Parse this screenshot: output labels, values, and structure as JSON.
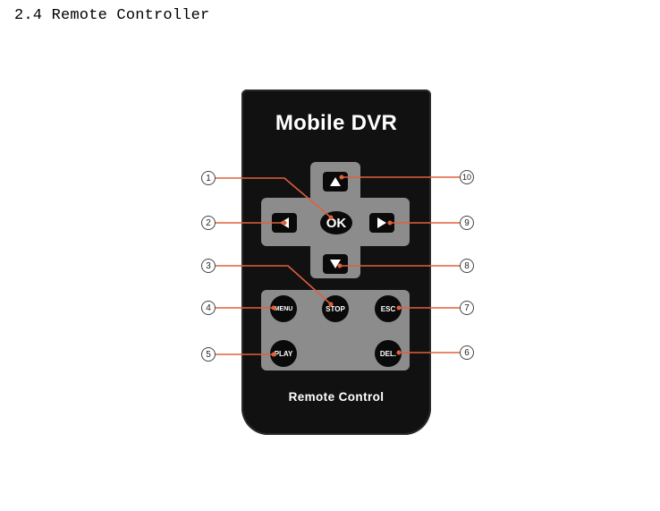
{
  "heading": "2.4 Remote Controller",
  "remote": {
    "title": "Mobile DVR",
    "footer": "Remote Control",
    "ok_label": "OK",
    "buttons": {
      "menu": "MENU",
      "stop": "STOP",
      "esc": "ESC",
      "play": "PLAY",
      "del": "DEL."
    }
  },
  "callouts": [
    "1",
    "2",
    "3",
    "4",
    "5",
    "6",
    "7",
    "8",
    "9",
    "10"
  ],
  "colors": {
    "callout_line": "#e0603a",
    "remote_body": "#111111",
    "button_pad": "#8c8c8c"
  }
}
